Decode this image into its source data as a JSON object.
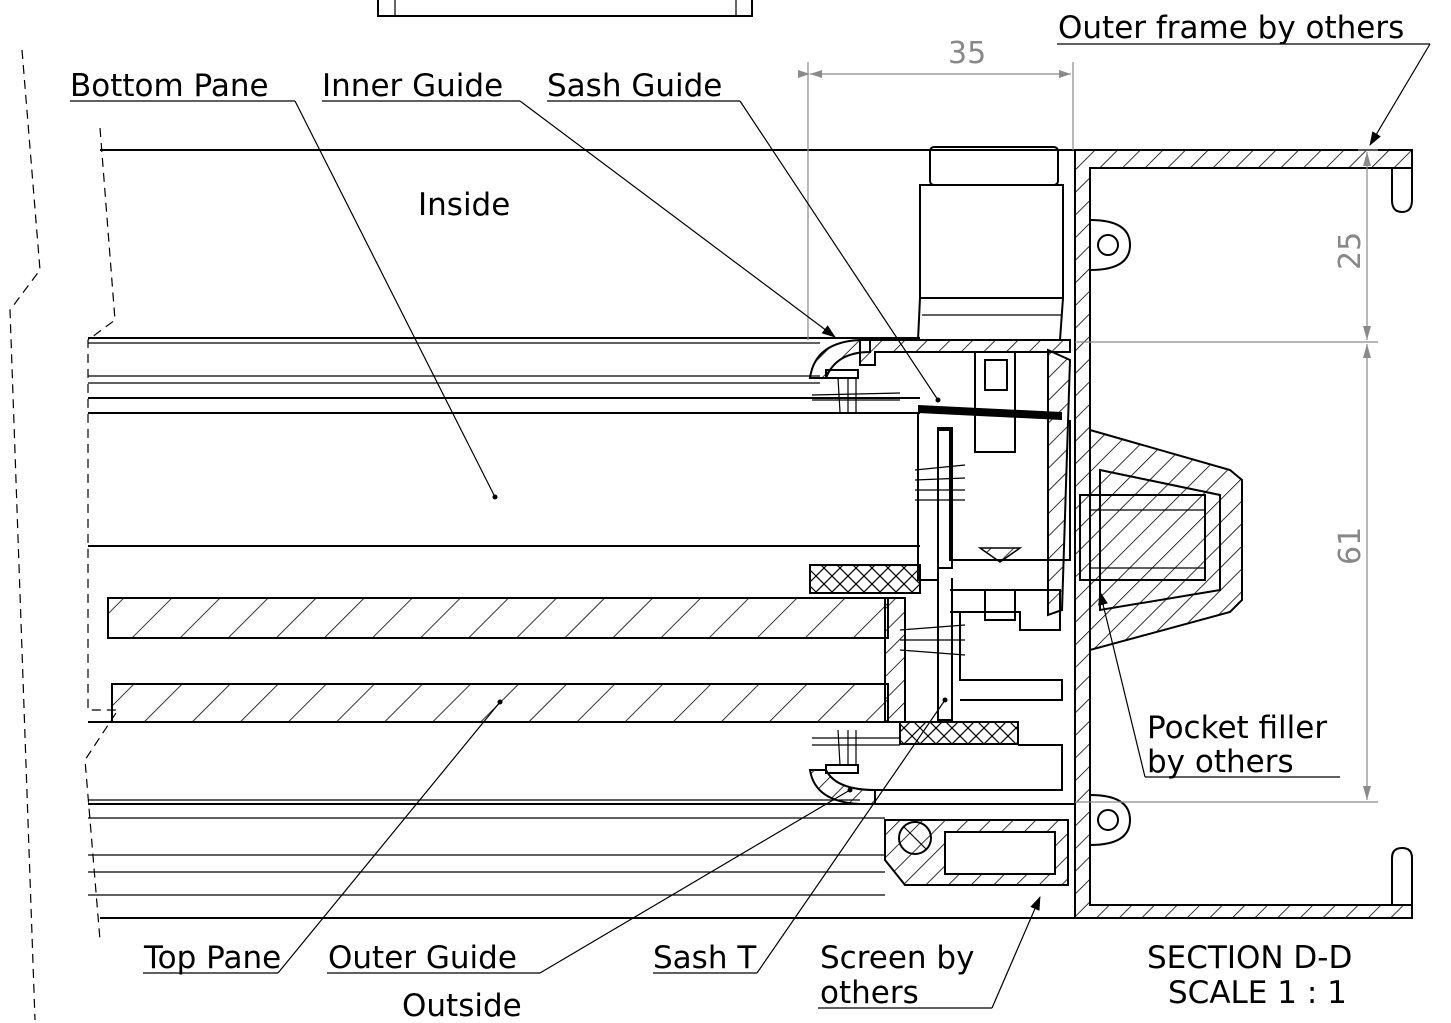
{
  "labels": {
    "outer_frame": "Outer frame by others",
    "bottom_pane": "Bottom Pane",
    "inner_guide": "Inner Guide",
    "sash_guide": "Sash Guide",
    "inside": "Inside",
    "pocket_filler_1": "Pocket filler",
    "pocket_filler_2": "by others",
    "top_pane": "Top Pane",
    "outer_guide": "Outer Guide",
    "sash_t": "Sash T",
    "screen_1": "Screen by",
    "screen_2": "others",
    "outside": "Outside",
    "section": "SECTION D-D",
    "scale": "SCALE 1 : 1"
  },
  "dimensions": {
    "width_top": "35",
    "height_upper": "25",
    "height_lower": "61"
  },
  "colors": {
    "line": "#000000",
    "dimension": "#888888",
    "background": "#ffffff"
  }
}
